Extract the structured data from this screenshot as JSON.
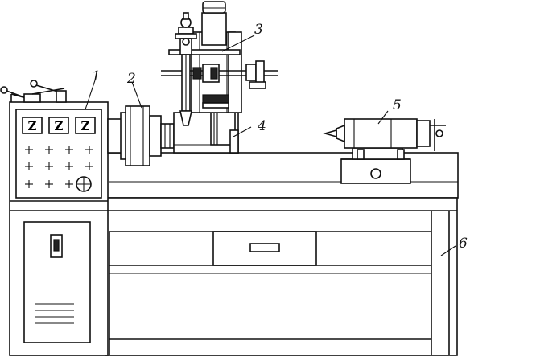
{
  "callouts": [
    {
      "id": "1",
      "label": "1"
    },
    {
      "id": "2",
      "label": "2"
    },
    {
      "id": "3",
      "label": "3"
    },
    {
      "id": "4",
      "label": "4"
    },
    {
      "id": "5",
      "label": "5"
    },
    {
      "id": "6",
      "label": "6"
    }
  ],
  "control_panel": {
    "meters": [
      "Z",
      "Z",
      "Z"
    ]
  }
}
